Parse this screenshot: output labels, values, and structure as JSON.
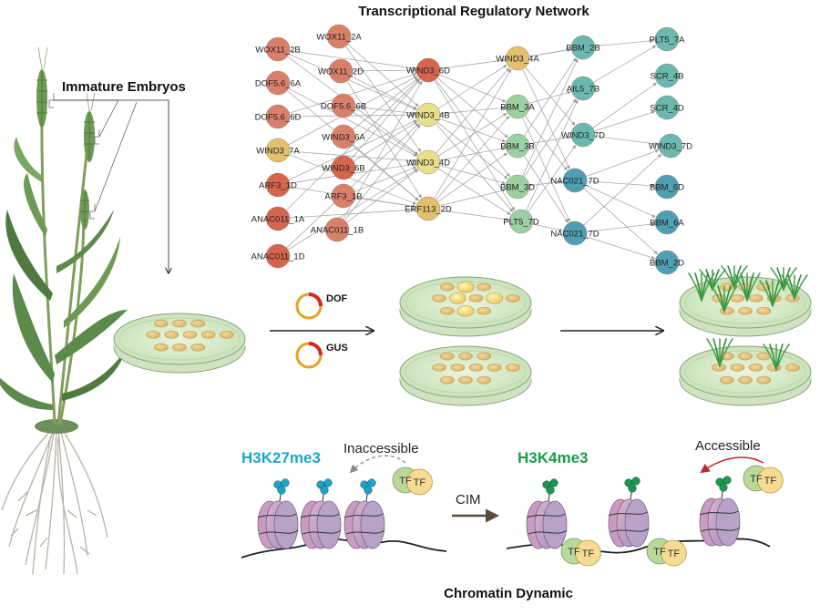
{
  "titles": {
    "network": "Transcriptional Regulatory Network",
    "embryos": "Immature Embryos",
    "chromatin": "Chromatin Dynamic"
  },
  "constructs": {
    "dof": "DOF",
    "gus": "GUS"
  },
  "chromatin": {
    "repressive_mark": "H3K27me3",
    "active_mark": "H3K4me3",
    "inaccessible": "Inaccessible",
    "accessible": "Accessible",
    "cim": "CIM",
    "tf": "TF"
  },
  "colors": {
    "layer1": "#d9806a",
    "layer2": "#d5664e",
    "layer3": "#e2c06e",
    "layer3b": "#e8e08a",
    "layer4": "#9bd0a4",
    "layer5": "#6bb8b0",
    "layer6": "#4e9fb4",
    "h3k27me3": "#1ba6c8",
    "h3k4me3": "#1a9a4a",
    "accessible": "#c0282a"
  },
  "network": {
    "nodes": [
      {
        "id": "WOX11_2B",
        "label": "WOX11_2B",
        "group": "layer1"
      },
      {
        "id": "WOX11_2A",
        "label": "WOX11_2A",
        "group": "layer1"
      },
      {
        "id": "DOF5.6_6A",
        "label": "DOF5.6_6A",
        "group": "layer1"
      },
      {
        "id": "WOX11_2D",
        "label": "WOX11_2D",
        "group": "layer1"
      },
      {
        "id": "DOF5.6_6D",
        "label": "DOF5.6_6D",
        "group": "layer1"
      },
      {
        "id": "DOF5.6_6B",
        "label": "DOF5.6_6B",
        "group": "layer1"
      },
      {
        "id": "WIND3_7A",
        "label": "WIND3_7A",
        "group": "layer3"
      },
      {
        "id": "WIND3_6A",
        "label": "WIND3_6A",
        "group": "layer1"
      },
      {
        "id": "WIND3_6B",
        "label": "WIND3_6B",
        "group": "layer2"
      },
      {
        "id": "ARF3_1D",
        "label": "ARF3_1D",
        "group": "layer2"
      },
      {
        "id": "ARF3_1B",
        "label": "ARF3_1B",
        "group": "layer1"
      },
      {
        "id": "ANAC011_1A",
        "label": "ANAC011_1A",
        "group": "layer2"
      },
      {
        "id": "ANAC011_1B",
        "label": "ANAC011_1B",
        "group": "layer1"
      },
      {
        "id": "ANAC011_1D",
        "label": "ANAC011_1D",
        "group": "layer2"
      },
      {
        "id": "WIND3_6D",
        "label": "WIND3_6D",
        "group": "layer2"
      },
      {
        "id": "WIND3_4B",
        "label": "WIND3_4B",
        "group": "layer3b"
      },
      {
        "id": "WIND3_4D",
        "label": "WIND3_4D",
        "group": "layer3b"
      },
      {
        "id": "ERF113_2D",
        "label": "ERF113_2D",
        "group": "layer3"
      },
      {
        "id": "WIND3_4A",
        "label": "WIND3_4A",
        "group": "layer3"
      },
      {
        "id": "BBM_3A",
        "label": "BBM_3A",
        "group": "layer4"
      },
      {
        "id": "BBM_3B",
        "label": "BBM_3B",
        "group": "layer4"
      },
      {
        "id": "BBM_3D",
        "label": "BBM_3D",
        "group": "layer4"
      },
      {
        "id": "PLT5_7D",
        "label": "PLT5_7D",
        "group": "layer4"
      },
      {
        "id": "BBM_2B",
        "label": "BBM_2B",
        "group": "layer5"
      },
      {
        "id": "AIL5_7B",
        "label": "AIL5_7B",
        "group": "layer5"
      },
      {
        "id": "WIND3_7D",
        "label": "WIND3_7D",
        "group": "layer5"
      },
      {
        "id": "NAC021_7D_a",
        "label": "NAC021_7D",
        "group": "layer6"
      },
      {
        "id": "NAC021_7D_b",
        "label": "NAC021_7D",
        "group": "layer6"
      },
      {
        "id": "PLT5_7A",
        "label": "PLT5_7A",
        "group": "layer5"
      },
      {
        "id": "SCR_4B",
        "label": "SCR_4B",
        "group": "layer5"
      },
      {
        "id": "SCR_4D",
        "label": "SCR_4D",
        "group": "layer5"
      },
      {
        "id": "WIND3_7D_b",
        "label": "WIND3_7D",
        "group": "layer5"
      },
      {
        "id": "BBM_6D",
        "label": "BBM_6D",
        "group": "layer6"
      },
      {
        "id": "BBM_6A",
        "label": "BBM_6A",
        "group": "layer6"
      },
      {
        "id": "BBM_2D",
        "label": "BBM_2D",
        "group": "layer6"
      }
    ]
  }
}
